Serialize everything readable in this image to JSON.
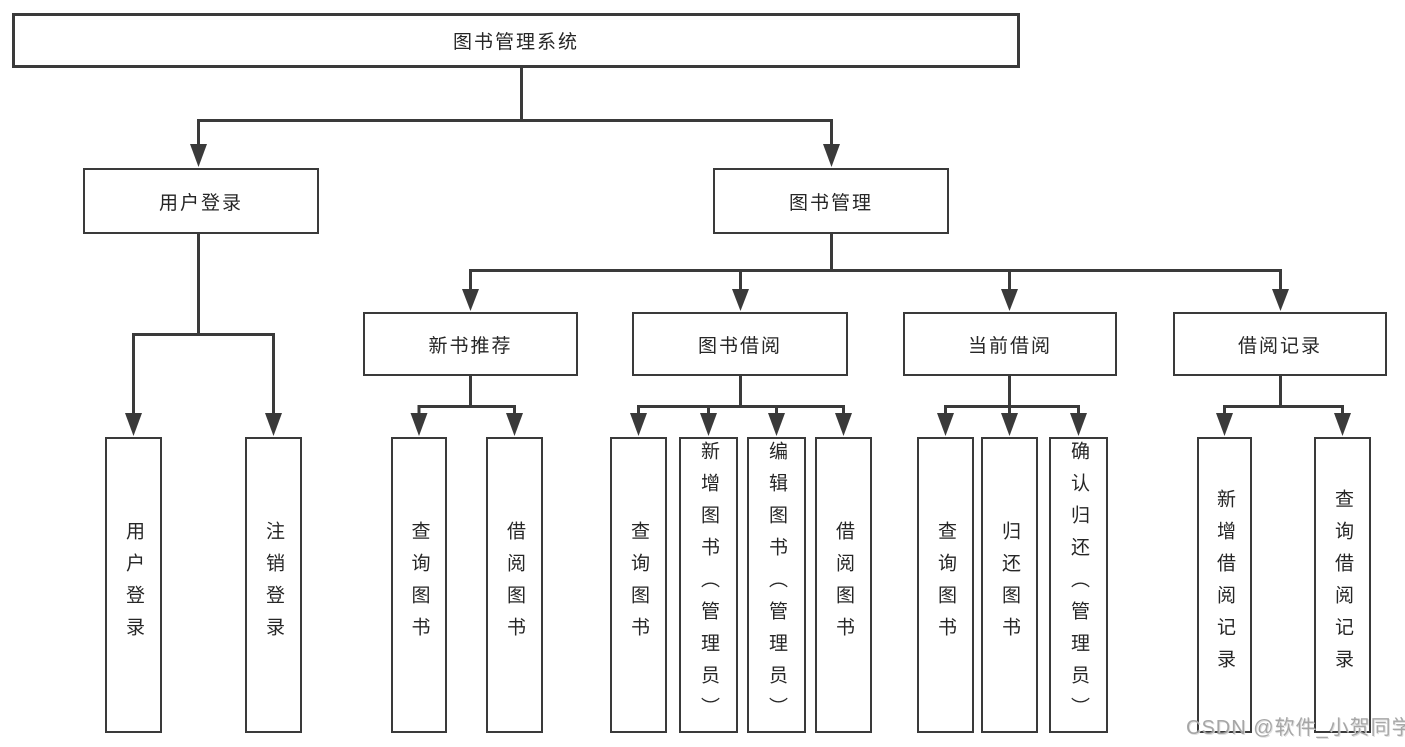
{
  "diagram_title": "图书管理系统",
  "colors": {
    "line": "#3a3a3a",
    "box_border": "#3a3a3a",
    "box_background": "#ffffff",
    "text": "#262626",
    "watermark": "#9e9e9e"
  },
  "nodes": {
    "root": "图书管理系统",
    "user_login": "用户登录",
    "book_mgmt": "图书管理",
    "new_book_rec": "新书推荐",
    "book_borrow": "图书借阅",
    "current_borrow": "当前借阅",
    "borrow_record": "借阅记录",
    "leaf_user_login": "用户登录",
    "leaf_logout": "注销登录",
    "leaf_nb_query": "查询图书",
    "leaf_nb_borrow": "借阅图书",
    "leaf_bb_query": "查询图书",
    "leaf_bb_add": "新增图书（管理员）",
    "leaf_bb_edit": "编辑图书（管理员）",
    "leaf_bb_borrow": "借阅图书",
    "leaf_cb_query": "查询图书",
    "leaf_cb_return": "归还图书",
    "leaf_cb_confirm": "确认归还（管理员）",
    "leaf_br_add": "新增借阅记录",
    "leaf_br_query": "查询借阅记录"
  },
  "watermark": "CSDN @软件_小贺同学"
}
